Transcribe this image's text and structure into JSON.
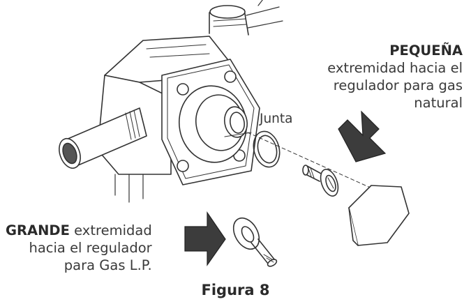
{
  "figure": {
    "caption": "Figura 8",
    "labels": {
      "junta": "Junta",
      "small_end": {
        "title": "PEQUEÑA",
        "line1": "extremidad hacia el",
        "line2": "regulador para gas",
        "line3": "natural"
      },
      "large_end": {
        "title": "GRANDE",
        "line1_rest": " extremidad",
        "line2": "hacia el regulador",
        "line3": "para Gas L.P."
      }
    }
  }
}
